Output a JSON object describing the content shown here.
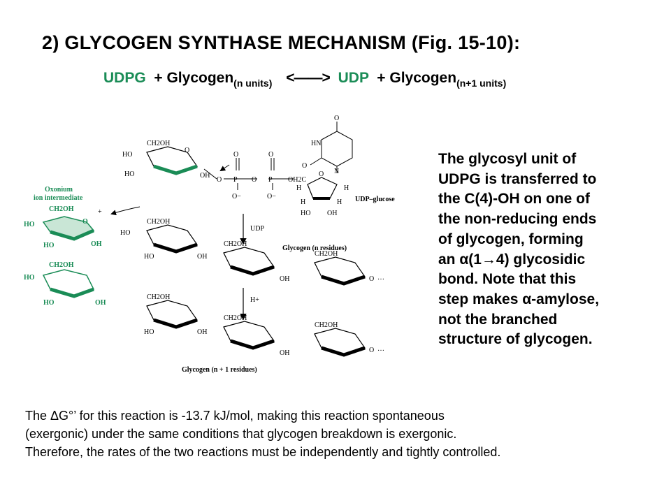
{
  "title": "2)  GLYCOGEN SYNTHASE MECHANISM (Fig. 15-10):",
  "equation": {
    "udpg": "UDPG",
    "plus1": "+ Glycogen",
    "sub1": "(n units)",
    "arrow": "<——>",
    "udp": "UDP",
    "plus2": "+ Glycogen",
    "sub2": "(n+1 units)"
  },
  "side_text": [
    "The glycosyl unit of",
    "UDPG is transferred to",
    "the C(4)-OH on one of",
    "the non-reducing ends",
    "of glycogen, forming",
    "an α(1→4) glycosidic",
    "bond.  Note that this",
    "step makes α-amylose,",
    "not the branched",
    "structure of glycogen."
  ],
  "bottom_text": [
    "The ΔG°’ for this reaction is -13.7 kJ/mol, making this reaction spontaneous",
    "(exergonic) under the same conditions that glycogen breakdown is exergonic.",
    "Therefore, the rates of the two reactions must be independently and tightly controlled."
  ],
  "figure": {
    "oxonium_line1": "Oxonium",
    "oxonium_line2": "ion intermediate",
    "udp_glucose": "UDP–glucose",
    "udp": "UDP",
    "glycogen_n": "Glycogen (n residues)",
    "h_plus": "H+",
    "glycogen_n1": "Glycogen (n + 1 residues)",
    "ch2oh": "CH2OH",
    "ho": "HO",
    "oh": "OH",
    "o": "O",
    "hn": "HN",
    "n": "N",
    "h": "H",
    "p": "P",
    "och2": "OH2C",
    "ominus": "O−",
    "plus": "+",
    "ellipsis": "…"
  },
  "colors": {
    "green": "#1a8c56",
    "black": "#000000"
  }
}
